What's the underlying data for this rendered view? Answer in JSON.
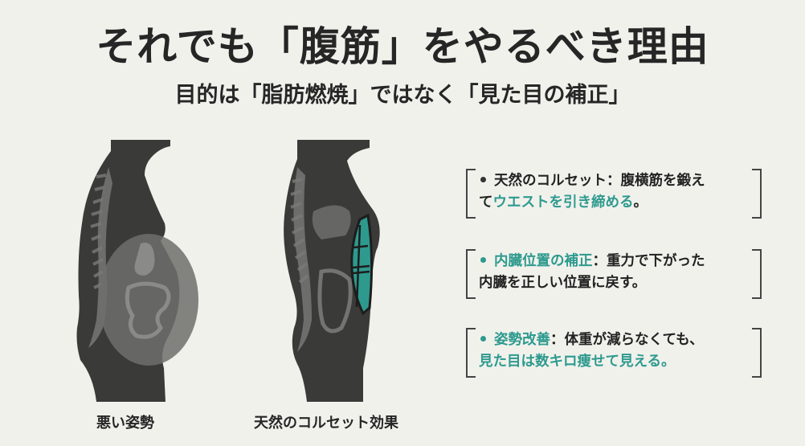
{
  "header": {
    "title": "それでも「腹筋」をやるべき理由",
    "subtitle": "目的は「脂肪燃焼」ではなく「見た目の補正」"
  },
  "figures": [
    {
      "caption": "悪い姿勢",
      "icon": "body-silhouette-bad-posture"
    },
    {
      "caption": "天然のコルセット効果",
      "icon": "body-silhouette-corset-effect"
    }
  ],
  "points": [
    {
      "label": "天然のコルセット",
      "label_highlight": false,
      "sep": "：",
      "line1_rest": "腹横筋を鍛え",
      "line2_plain": "て",
      "line2_highlight": "ウエストを引き締める",
      "line2_end": "。"
    },
    {
      "label": "内臓位置の補正",
      "label_highlight": true,
      "sep": "：",
      "line1_rest": "重力で下がった",
      "line2_plain": "内臓を正しい位置に戻す。"
    },
    {
      "label": "姿勢改善",
      "label_highlight": true,
      "sep": "：",
      "line1_rest": "体重が減らなくても、",
      "line2_highlight": "見た目は数キロ痩せて見える。"
    }
  ],
  "colors": {
    "background": "#f1f1ec",
    "text": "#262626",
    "accent": "#2e9a8e",
    "silhouette": "#3a3a38",
    "organs": "#6e6e6c"
  }
}
